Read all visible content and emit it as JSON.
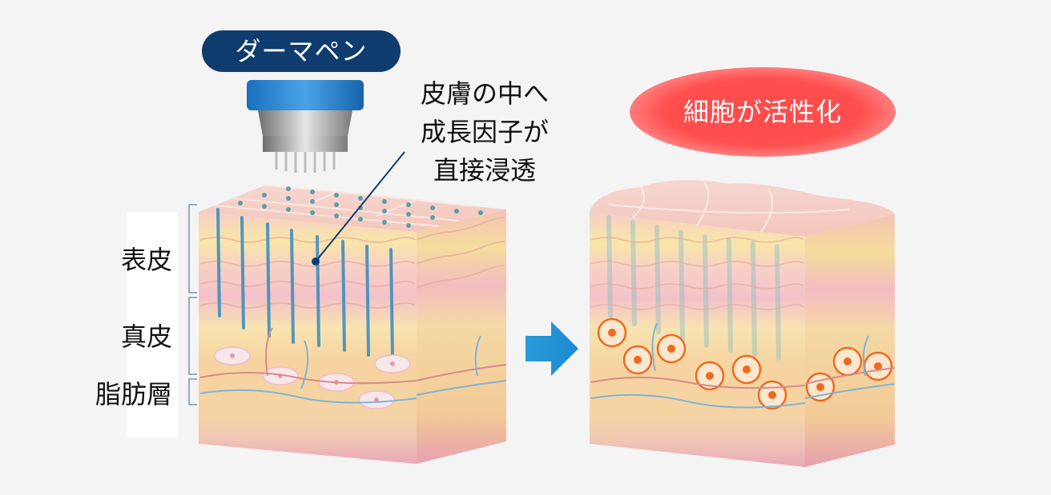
{
  "device": {
    "label": "ダーマペン"
  },
  "annotation": {
    "lines": [
      "皮膚の中へ",
      "成長因子が",
      "直接浸透"
    ]
  },
  "result": {
    "label": "細胞が活性化"
  },
  "layers": {
    "epidermis": "表皮",
    "dermis": "真皮",
    "fat": "脂肪層"
  },
  "colors": {
    "device_blue": "#0f3c6e",
    "needle_blue": "#3f8fc0",
    "arrow_blue": "#2a9bd8",
    "result_red": "#ff4e4e",
    "cell_orange": "#ee6a1e"
  }
}
